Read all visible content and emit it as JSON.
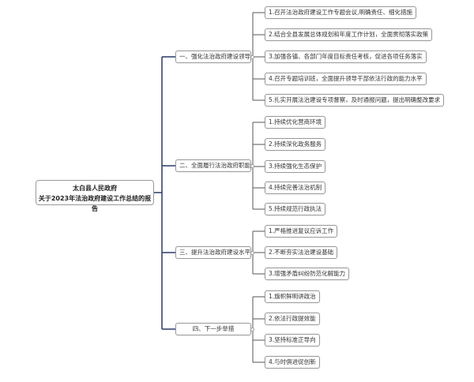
{
  "root": {
    "line1": "太白县人民政府",
    "line2": "关于2023年法治政府建设工作总结的报告"
  },
  "colors": {
    "spine": "#2b3a67",
    "branch": "#555555",
    "border": "#9a9a9a"
  },
  "sections": [
    {
      "title": "一、强化法治政府建设领导",
      "items": [
        "1.召开法治政府建设工作专题会议,明确责任、细化措施",
        "2.结合全县发展总体规划和年度工作计划，全面贯彻落实政策",
        "3.加强各镇、各部门年度目标责任考核，促进各项任务落实",
        "4.召开专题培训班，全面提升领导干部依法行政的能力水平",
        "5.扎实开展法治建设专项督察，及时通报问题，提出明确整改要求"
      ]
    },
    {
      "title": "二、全面履行法治政府职能",
      "items": [
        "1.持续优化营商环境",
        "2.持续深化政务服务",
        "3.持续强化生态保护",
        "4.持续完善法治机制",
        "5.持续规范行政执法"
      ]
    },
    {
      "title": "三、提升法治政府建设水平",
      "items": [
        "1.严格推进复议应诉工作",
        "2.不断夯实法治建设基础",
        "3.增强矛盾纠纷防范化解能力"
      ]
    },
    {
      "title": "四、下一步举措",
      "items": [
        "1.旗帜鲜明讲政治",
        "2.依法行政提效能",
        "3.坚持标准正导向",
        "4.与时俱进促创新"
      ]
    }
  ]
}
